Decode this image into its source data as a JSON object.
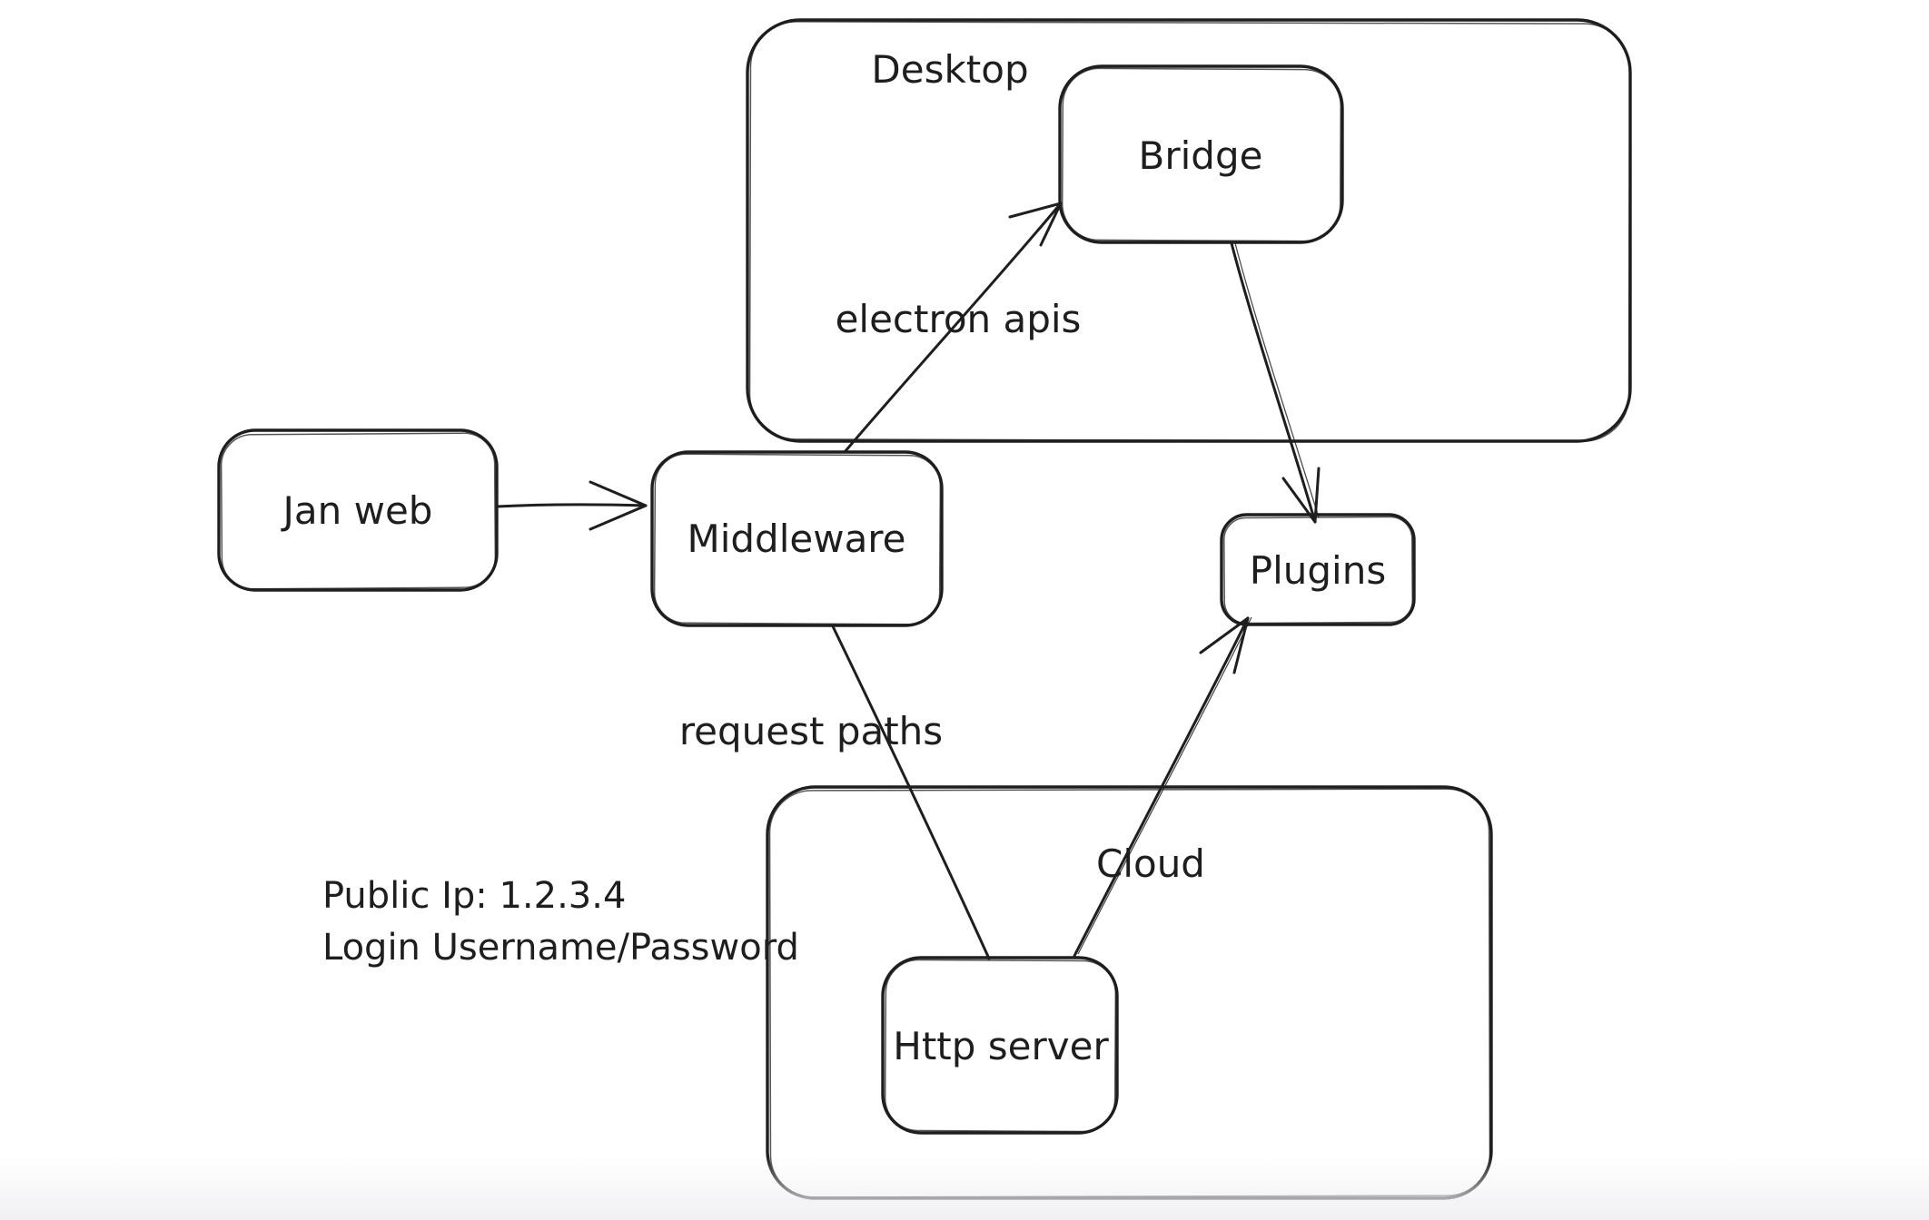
{
  "canvas": {
    "background": "#ffffff",
    "ink": "#1e1e1e",
    "bottom_fade": "#f0f0f3"
  },
  "containers": [
    {
      "id": "desktop",
      "label": "Desktop"
    },
    {
      "id": "cloud",
      "label": "Cloud"
    }
  ],
  "nodes": [
    {
      "id": "jan-web",
      "label": "Jan web"
    },
    {
      "id": "middleware",
      "label": "Middleware"
    },
    {
      "id": "bridge",
      "label": "Bridge"
    },
    {
      "id": "plugins",
      "label": "Plugins"
    },
    {
      "id": "http-server",
      "label": "Http server"
    }
  ],
  "edges": [
    {
      "id": "jan-web-to-middleware",
      "from": "Jan web",
      "to": "Middleware",
      "label": ""
    },
    {
      "id": "middleware-to-bridge",
      "from": "Middleware",
      "to": "Bridge",
      "label": "electron apis"
    },
    {
      "id": "bridge-to-plugins",
      "from": "Bridge",
      "to": "Plugins",
      "label": ""
    },
    {
      "id": "middleware-to-http-server",
      "from": "Middleware",
      "to": "Http server",
      "label": "request paths"
    },
    {
      "id": "http-server-to-plugins",
      "from": "Http server",
      "to": "Plugins",
      "label": ""
    }
  ],
  "annotations": [
    {
      "text": "Public Ip: 1.2.3.4"
    },
    {
      "text": "Login Username/Password"
    }
  ]
}
